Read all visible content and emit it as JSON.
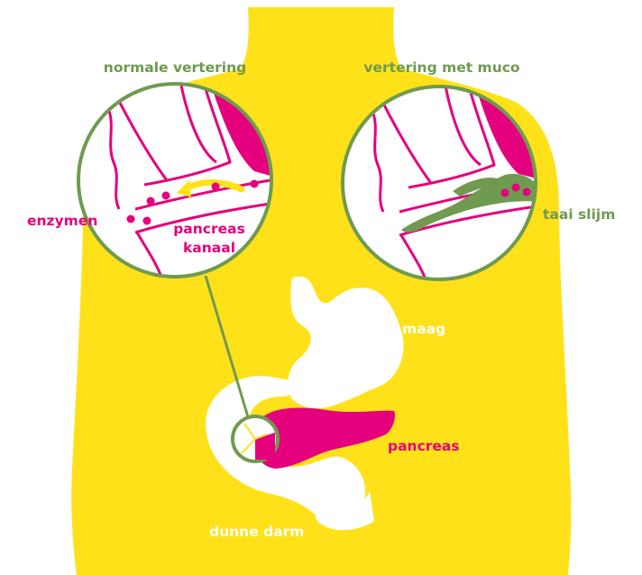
{
  "labels": {
    "normal_digestion": "normale vertering",
    "cf_digestion": "vertering met muco",
    "enzymes": "enzymen",
    "duct_line1": "pancreas",
    "duct_line2": "kanaal",
    "thick_mucus": "taai slijm",
    "stomach": "maag",
    "pancreas": "pancreas",
    "small_intestine": "dunne darm"
  },
  "colors": {
    "body": "#FFE11A",
    "organ": "#FFFFFF",
    "pancreas": "#E5007E",
    "circle_outline": "#6F9A50",
    "mucus": "#6F9A50",
    "arrow": "#FFE11A",
    "label_green": "#6F9A50",
    "label_pink": "#E5007E",
    "label_white": "#FFFFFF"
  }
}
